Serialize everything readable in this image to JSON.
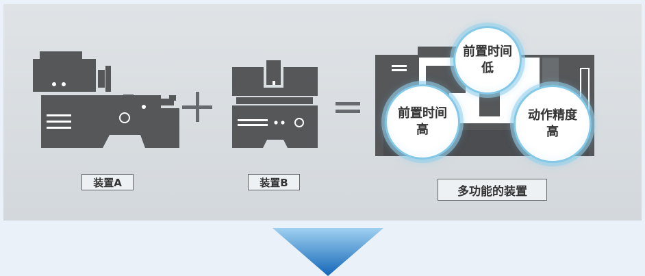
{
  "device_a": {
    "label": "装置A"
  },
  "device_b": {
    "label": "装置B"
  },
  "combined": {
    "label": "多功能的装置"
  },
  "bubbles": [
    {
      "line1": "前置时间",
      "line2": "低"
    },
    {
      "line1": "前置时间",
      "line2": "高"
    },
    {
      "line1": "动作精度",
      "line2": "高"
    }
  ],
  "colors": {
    "machine": "#555759",
    "panel": "#d9dde0",
    "bubble_border": "#83c8e6",
    "arrow_top": "#8fc4ea",
    "arrow_bottom": "#1a73c2"
  }
}
